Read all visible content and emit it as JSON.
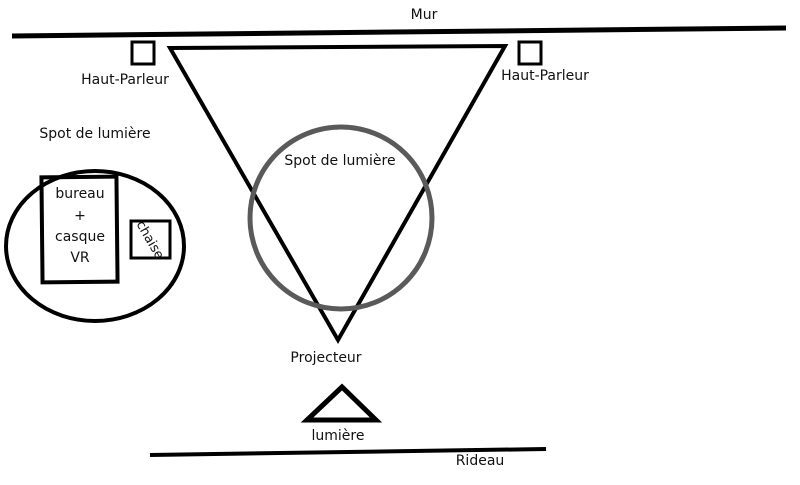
{
  "labels": {
    "wall": "Mur",
    "speaker_left": "Haut-Parleur",
    "speaker_right": "Haut-Parleur",
    "spotlight_left": "Spot de lumière",
    "spotlight_center": "Spot de lumière",
    "desk_line1": "bureau",
    "desk_line2": "+",
    "desk_line3": "casque",
    "desk_line4": "VR",
    "chair": "chaise",
    "projector": "Projecteur",
    "light": "lumière",
    "curtain": "Rideau"
  },
  "colors": {
    "ink": "#000000",
    "spot_ring": "#5a5a5a",
    "background": "#ffffff"
  }
}
